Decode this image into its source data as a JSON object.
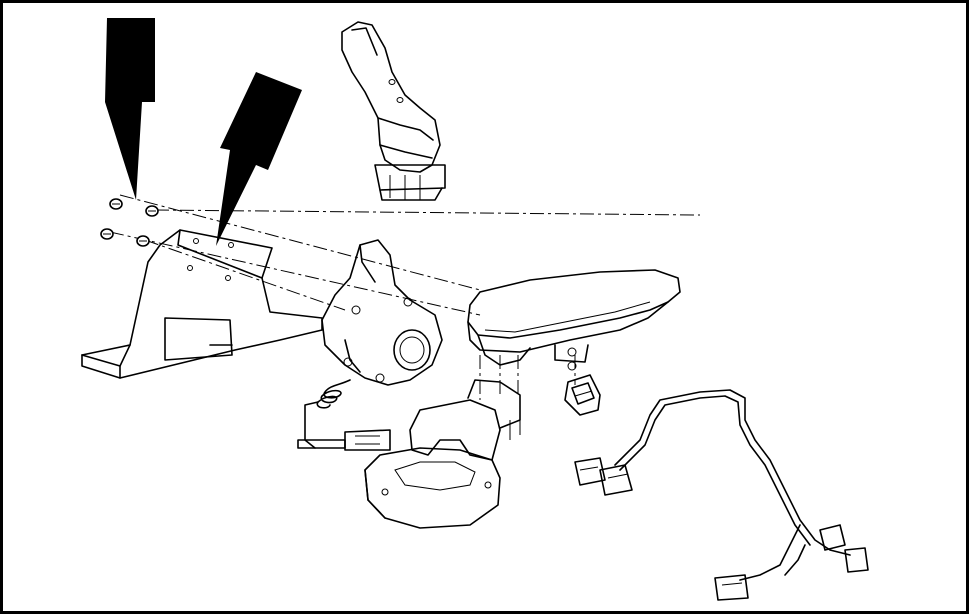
{
  "diagram": {
    "type": "exploded-assembly-illustration",
    "parts": [
      "arrow-indicator",
      "arrow-indicator",
      "screw",
      "screw",
      "screw",
      "screw",
      "mounting-bracket",
      "joystick-handle",
      "joystick-base-unit",
      "armrest-pad",
      "rocker-switch",
      "armrest-pod-housing",
      "coiled-cable",
      "wiring-harness"
    ],
    "colors": {
      "line": "#000000",
      "background": "#ffffff",
      "arrow_fill": "#000000"
    }
  }
}
